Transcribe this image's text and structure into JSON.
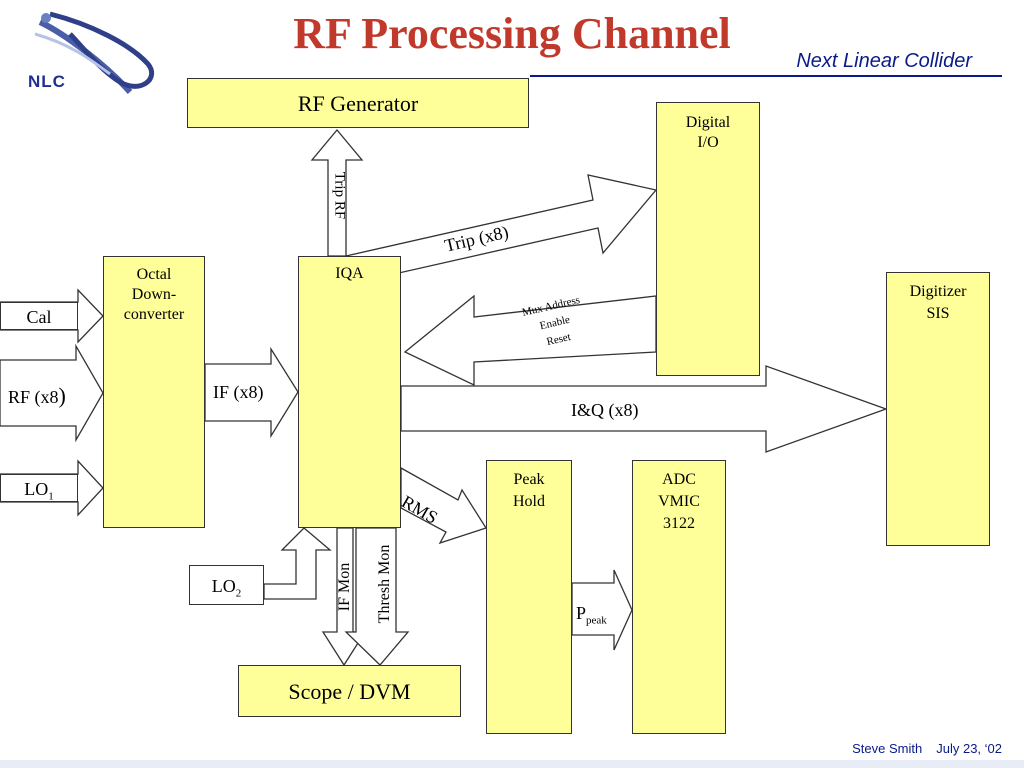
{
  "header": {
    "title": "RF Processing Channel",
    "subtitle": "Next Linear Collider",
    "logo_text": "NLC"
  },
  "footer": {
    "author": "Steve Smith",
    "date": "July 23, ‘02"
  },
  "blocks": {
    "rf_generator": "RF Generator",
    "digital_io": [
      "Digital",
      "I/O"
    ],
    "octal": [
      "Octal",
      "Down-",
      "converter"
    ],
    "iqa": "IQA",
    "digitizer": [
      "Digitizer",
      "SIS"
    ],
    "peak_hold": [
      "Peak",
      "Hold"
    ],
    "adc": [
      "ADC",
      "VMIC",
      "3122"
    ],
    "scope": "Scope / DVM",
    "cal": "Cal",
    "lo1": "LO",
    "lo1_sub": "1",
    "lo2": "LO",
    "lo2_sub": "2"
  },
  "signals": {
    "trip_rf": "Trip RF",
    "trip": "Trip (x8)",
    "mux": [
      "Mux Address",
      "Enable",
      "Reset"
    ],
    "rf_in": "RF (x8",
    "rf_in_paren": ")",
    "if": "IF (x8)",
    "iq": "I&Q (x8)",
    "rms": "RMS",
    "if_mon": "IF Mon",
    "thresh_mon": "Thresh Mon",
    "ppeak": "P",
    "ppeak_sub": "peak"
  },
  "colors": {
    "title": "#c0392b",
    "subtitle": "#0b1a8a",
    "block_fill": "#ffff99"
  }
}
